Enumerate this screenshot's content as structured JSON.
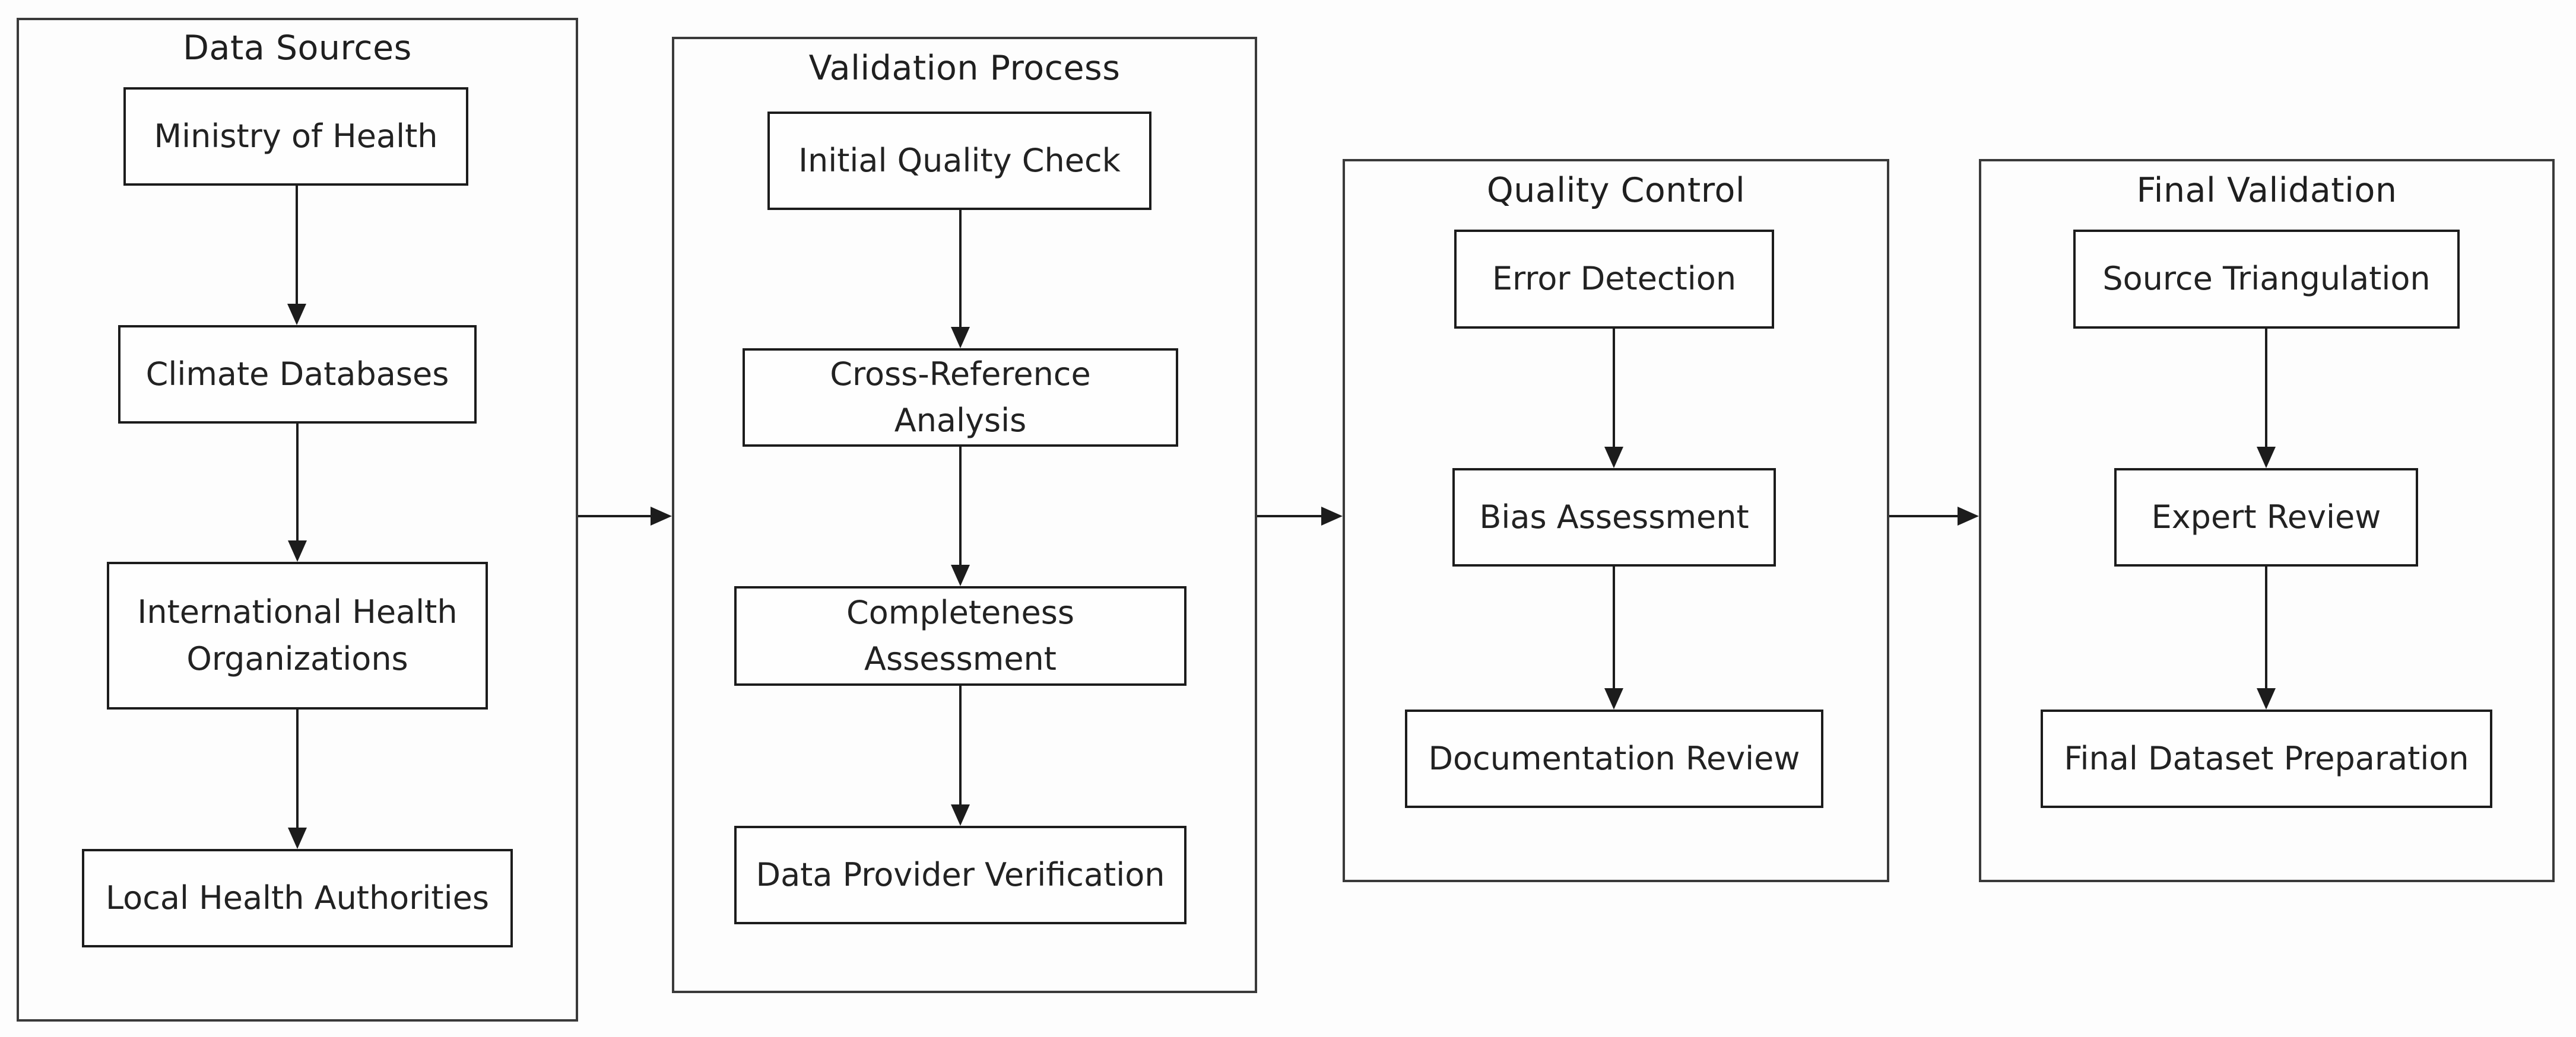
{
  "diagram": {
    "groups": [
      {
        "title": "Data Sources",
        "nodes": [
          {
            "label": "Ministry of Health"
          },
          {
            "label": "Climate Databases"
          },
          {
            "label": "International Health Organizations"
          },
          {
            "label": "Local Health Authorities"
          }
        ]
      },
      {
        "title": "Validation Process",
        "nodes": [
          {
            "label": "Initial Quality Check"
          },
          {
            "label": "Cross-Reference Analysis"
          },
          {
            "label": "Completeness Assessment"
          },
          {
            "label": "Data Provider Verification"
          }
        ]
      },
      {
        "title": "Quality Control",
        "nodes": [
          {
            "label": "Error Detection"
          },
          {
            "label": "Bias Assessment"
          },
          {
            "label": "Documentation Review"
          }
        ]
      },
      {
        "title": "Final Validation",
        "nodes": [
          {
            "label": "Source Triangulation"
          },
          {
            "label": "Expert Review"
          },
          {
            "label": "Final Dataset Preparation"
          }
        ]
      }
    ],
    "edges": [
      "Ministry of Health -> Climate Databases",
      "Climate Databases -> International Health Organizations",
      "International Health Organizations -> Local Health Authorities",
      "Initial Quality Check -> Cross-Reference Analysis",
      "Cross-Reference Analysis -> Completeness Assessment",
      "Completeness Assessment -> Data Provider Verification",
      "Error Detection -> Bias Assessment",
      "Bias Assessment -> Documentation Review",
      "Source Triangulation -> Expert Review",
      "Expert Review -> Final Dataset Preparation",
      "Data Sources -> Validation Process",
      "Validation Process -> Quality Control",
      "Quality Control -> Final Validation"
    ],
    "colors": {
      "line": "#1c1c1c",
      "group_border": "#3a3a3a",
      "text": "#222222",
      "background": "#fdfdfd"
    }
  }
}
